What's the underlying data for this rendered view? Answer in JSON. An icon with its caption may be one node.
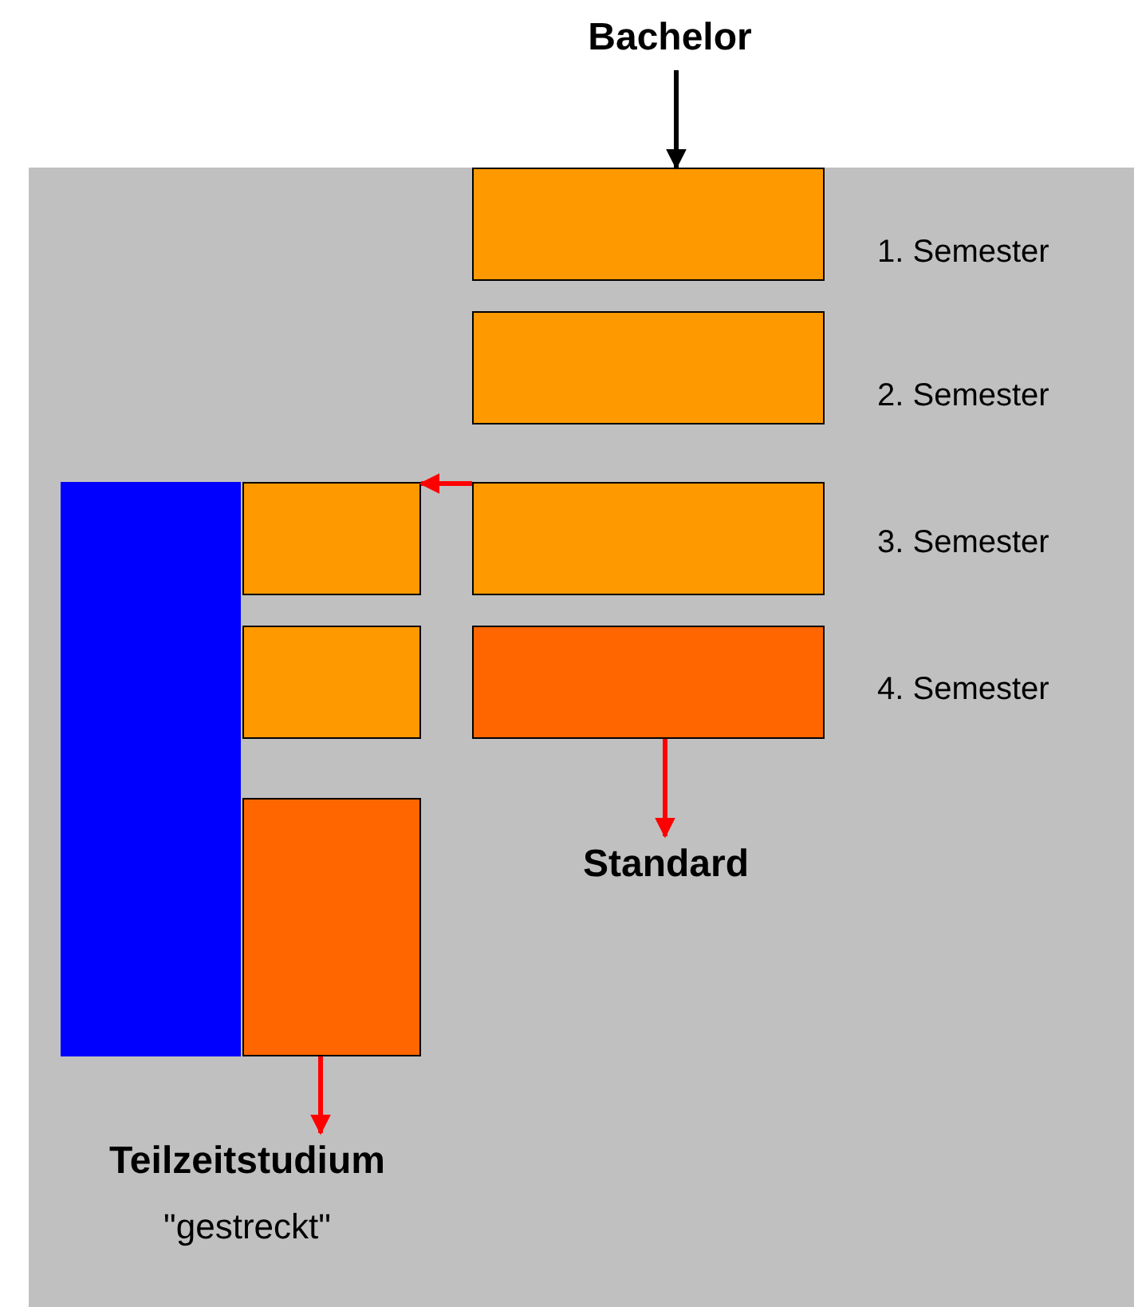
{
  "diagram": {
    "nodes": [
      {
        "text": [
          "Bachelor"
        ]
      },
      {
        "text": [],
        "shape": "box",
        "beside": [
          "1. Semester"
        ]
      },
      {
        "text": [],
        "shape": "box",
        "beside": [
          "2. Semester"
        ]
      },
      {
        "text": [],
        "shape": "box",
        "beside": [
          "3. Semester"
        ]
      },
      {
        "text": [],
        "shape": "box",
        "beside": [
          "4. Semester"
        ]
      },
      {
        "text": [
          "Standard"
        ]
      },
      {
        "text": [],
        "shape": "bar"
      },
      {
        "text": [],
        "shape": "box"
      },
      {
        "text": [],
        "shape": "box"
      },
      {
        "text": [],
        "shape": "box"
      },
      {
        "text": [
          "Teilzeitstudium",
          "\"gestreckt\""
        ]
      }
    ],
    "edges": [
      {
        "from": 0,
        "to": 1,
        "arrow": "to",
        "color": "#000000"
      },
      {
        "from": 3,
        "to": 7,
        "arrow": "to"
      },
      {
        "from": 4,
        "to": 5,
        "arrow": "to"
      },
      {
        "from": 9,
        "to": 10,
        "arrow": "to"
      }
    ]
  }
}
